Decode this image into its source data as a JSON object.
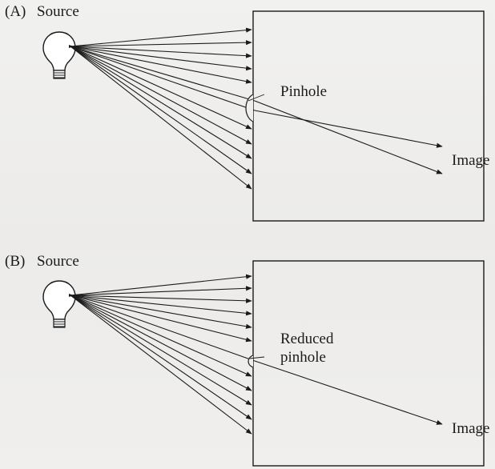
{
  "panels": [
    {
      "letter": "(A)",
      "source_label": "Source",
      "aperture_label_lines": [
        "Pinhole"
      ],
      "image_label": "Image"
    },
    {
      "letter": "(B)",
      "source_label": "Source",
      "aperture_label_lines": [
        "Reduced",
        "pinhole"
      ],
      "image_label": "Image"
    }
  ],
  "colors": {
    "ink": "#1b1b1b",
    "paper": "#efeeec"
  },
  "icons": [
    "light-bulb-icon"
  ]
}
